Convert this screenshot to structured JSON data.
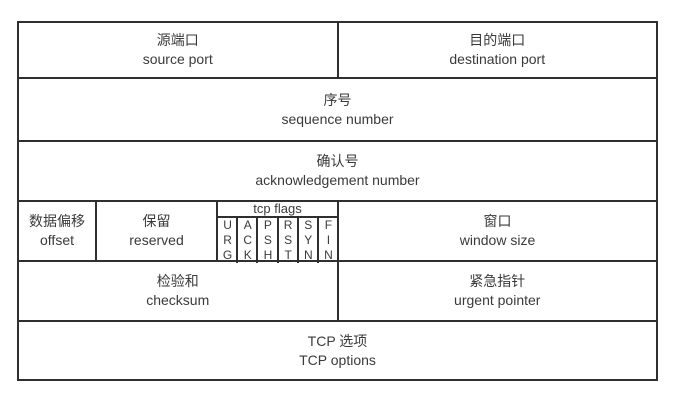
{
  "fields": {
    "source_port": {
      "zh": "源端口",
      "en": "source port"
    },
    "destination_port": {
      "zh": "目的端口",
      "en": "destination port"
    },
    "sequence_number": {
      "zh": "序号",
      "en": "sequence number"
    },
    "acknowledgement_number": {
      "zh": "确认号",
      "en": "acknowledgement number"
    },
    "offset": {
      "zh": "数据偏移",
      "en": "offset"
    },
    "reserved": {
      "zh": "保留",
      "en": "reserved"
    },
    "tcp_flags": {
      "label": "tcp flags",
      "flags": [
        "URG",
        "ACK",
        "PSH",
        "RST",
        "SYN",
        "FIN"
      ]
    },
    "window_size": {
      "zh": "窗口",
      "en": "window size"
    },
    "checksum": {
      "zh": "检验和",
      "en": "checksum"
    },
    "urgent_pointer": {
      "zh": "紧急指针",
      "en": "urgent pointer"
    },
    "tcp_options": {
      "zh": "TCP 选项",
      "en": "TCP options"
    }
  },
  "colors": {
    "border": "#2f2f2f",
    "text": "#3a3a3a",
    "background": "#ffffff"
  }
}
